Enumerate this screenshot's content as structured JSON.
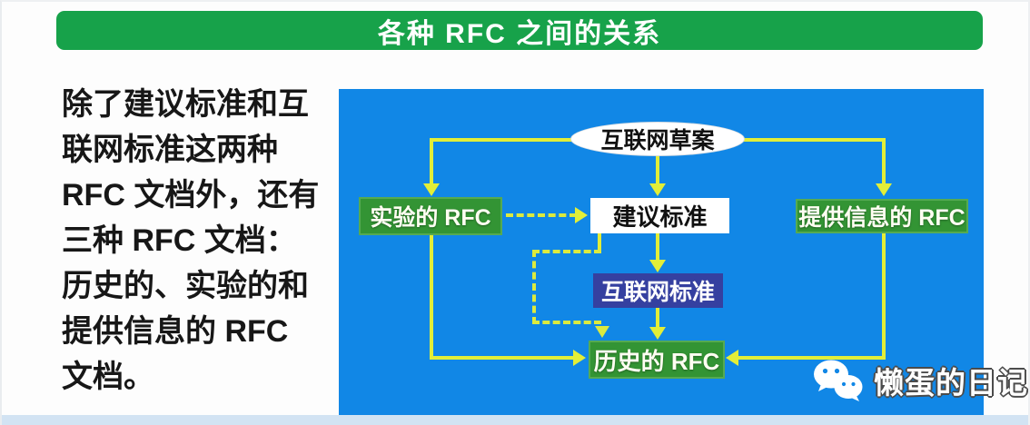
{
  "header": {
    "title": "各种 RFC 之间的关系"
  },
  "intro": {
    "lines": [
      "除了建议标准和互",
      "联网标准这两种",
      "RFC 文档外，还有",
      "三种 RFC 文档：",
      "历史的、实验的和",
      "提供信息的 RFC",
      "文档。"
    ]
  },
  "diagram": {
    "nodes": {
      "internet_draft": {
        "label": "互联网草案",
        "shape": "ellipse",
        "fill": "#ffffff"
      },
      "experimental_rfc": {
        "label": "实验的 RFC",
        "shape": "rect",
        "fill": "#339434"
      },
      "proposed_standard": {
        "label": "建议标准",
        "shape": "rect",
        "fill": "#ffffff"
      },
      "informational_rfc": {
        "label": "提供信息的 RFC",
        "shape": "rect",
        "fill": "#339434"
      },
      "internet_standard": {
        "label": "互联网标准",
        "shape": "rect",
        "fill": "#3540a0"
      },
      "historic_rfc": {
        "label": "历史的 RFC",
        "shape": "rect",
        "fill": "#339434"
      }
    },
    "edges": [
      {
        "from": "internet_draft",
        "to": "experimental_rfc",
        "style": "solid"
      },
      {
        "from": "internet_draft",
        "to": "proposed_standard",
        "style": "solid"
      },
      {
        "from": "internet_draft",
        "to": "informational_rfc",
        "style": "solid"
      },
      {
        "from": "experimental_rfc",
        "to": "proposed_standard",
        "style": "dashed"
      },
      {
        "from": "proposed_standard",
        "to": "internet_standard",
        "style": "solid"
      },
      {
        "from": "proposed_standard",
        "to": "historic_rfc",
        "style": "dashed"
      },
      {
        "from": "internet_standard",
        "to": "historic_rfc",
        "style": "solid"
      },
      {
        "from": "experimental_rfc",
        "to": "historic_rfc",
        "style": "solid"
      },
      {
        "from": "informational_rfc",
        "to": "historic_rfc",
        "style": "solid"
      }
    ],
    "colors": {
      "panel_background": "#1187e6",
      "arrow": "#e2ee38",
      "green_node": "#339434",
      "navy_node": "#3540a0",
      "header_green": "#17a24a"
    }
  },
  "watermark": {
    "icon": "wechat-icon",
    "text": "懒蛋的日记"
  }
}
